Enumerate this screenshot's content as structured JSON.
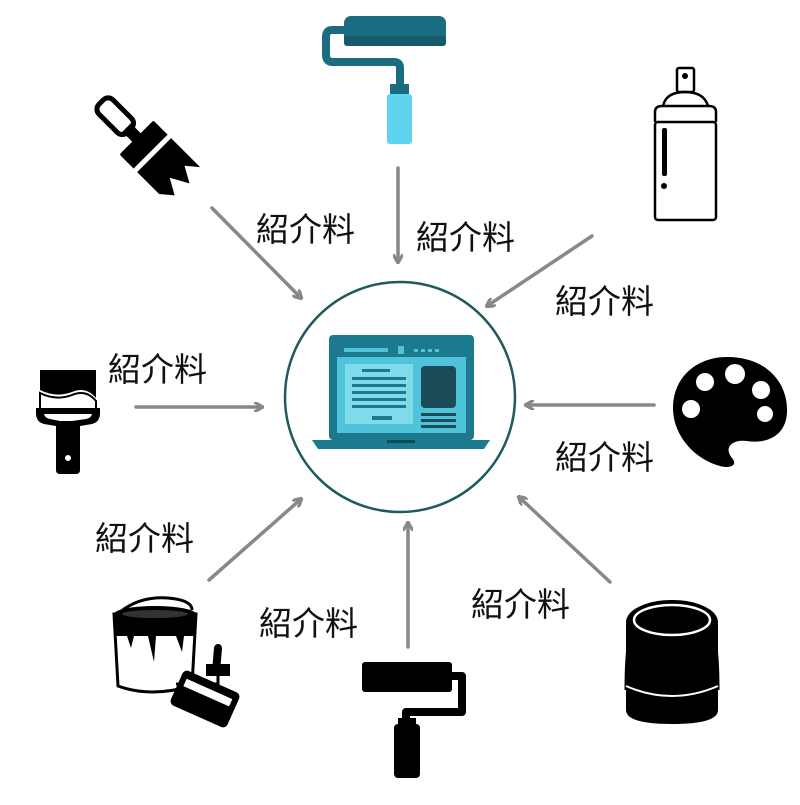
{
  "labels": {
    "top_left": "紹介料",
    "top": "紹介料",
    "top_right": "紹介料",
    "left": "紹介料",
    "right": "紹介料",
    "bottom_left": "紹介料",
    "bottom": "紹介料",
    "bottom_right": "紹介料"
  },
  "colors": {
    "arrow": "#888888",
    "circle": "#1e5a5e",
    "laptop_screen": "#4fc3d9",
    "laptop_body": "#1b7a8e",
    "roller_handle": "#5fd4ef",
    "roller_frame": "#1a6d80",
    "icon_black": "#000000"
  },
  "icons": [
    "paint-roller-blue-icon",
    "paintbrush-icon",
    "spray-can-icon",
    "wide-brush-icon",
    "palette-icon",
    "paint-bucket-roller-icon",
    "paint-roller-black-icon",
    "paint-can-icon",
    "laptop-website-icon"
  ]
}
